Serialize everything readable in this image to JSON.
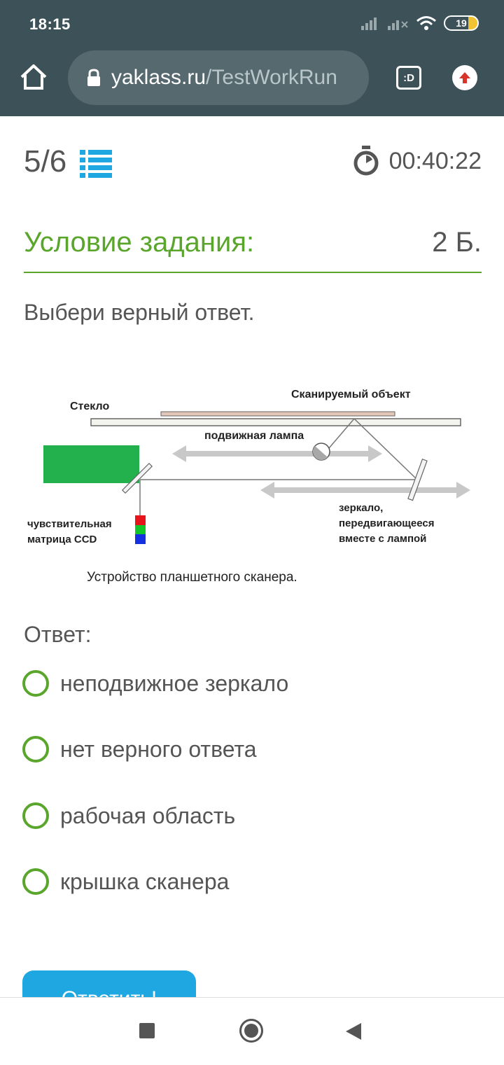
{
  "status_bar": {
    "time": "18:15",
    "battery": "19"
  },
  "browser": {
    "url_host": "yaklass.ru",
    "url_path": "/TestWorkRun",
    "tab_label": ":D"
  },
  "progress": {
    "text": "5/6"
  },
  "timer": {
    "text": "00:40:22"
  },
  "condition": {
    "title": "Условие задания:",
    "points": "2 Б."
  },
  "prompt": "Выбери верный ответ.",
  "diagram": {
    "label_glass": "Стекло",
    "label_object": "Сканируемый объект",
    "label_lamp": "подвижная лампа",
    "label_ccd_line1": "чувствительная",
    "label_ccd_line2": "матрица CCD",
    "label_mirror_line1": "зеркало,",
    "label_mirror_line2": "передвигающееся",
    "label_mirror_line3": "вместе с лампой",
    "caption": "Устройство планшетного сканера."
  },
  "answer_label": "Ответ:",
  "options": [
    {
      "label": "неподвижное зеркало"
    },
    {
      "label": "нет верного ответа"
    },
    {
      "label": "рабочая область"
    },
    {
      "label": "крышка сканера"
    }
  ],
  "submit_label": "Ответить!",
  "colors": {
    "accent_green": "#5aa62c",
    "chrome": "#3c5258",
    "button_blue": "#1ea7e1",
    "list_icon_blue": "#1ea7e1"
  }
}
